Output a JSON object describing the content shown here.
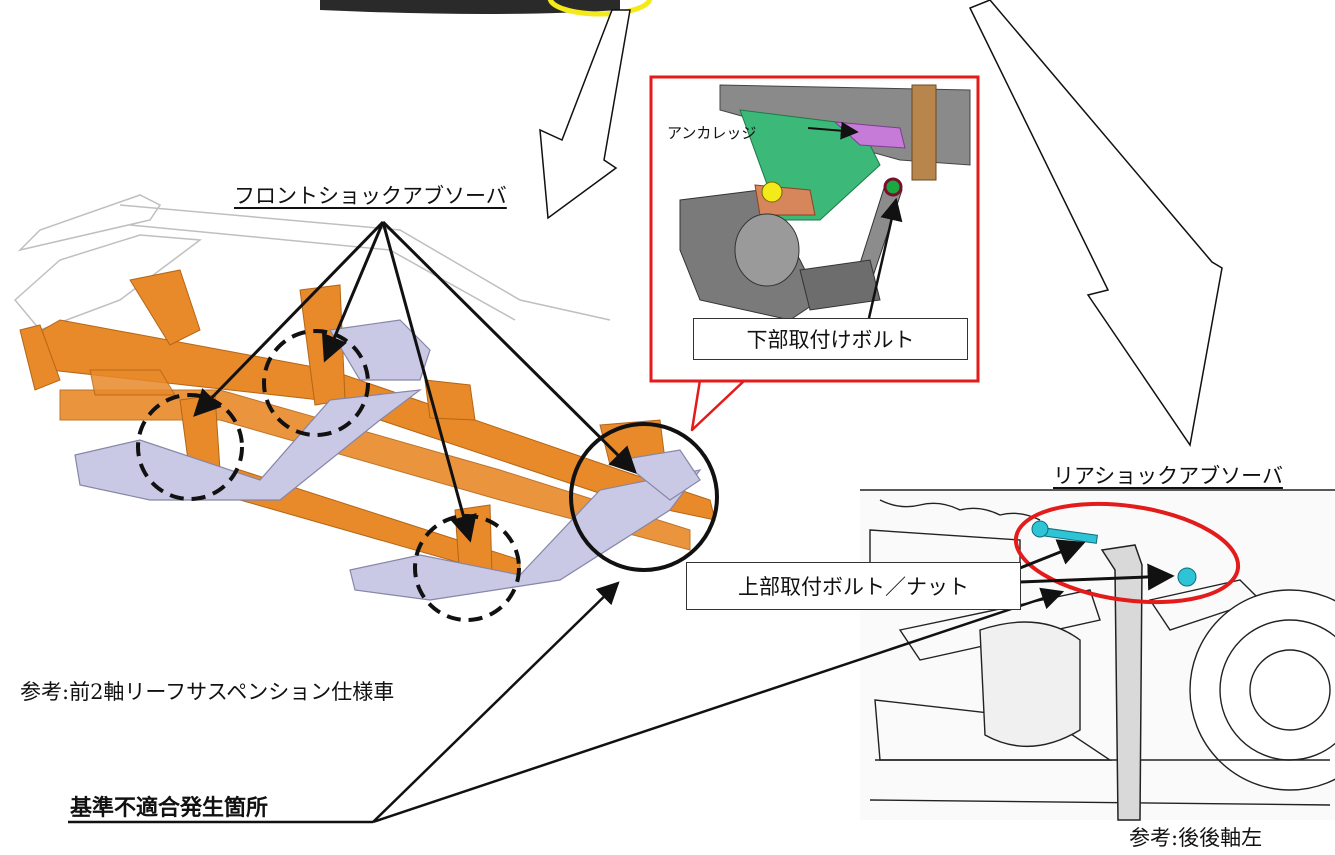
{
  "labels": {
    "front_shock": "フロントショックアブソーバ",
    "rear_shock": "リアショックアブソーバ",
    "anchorage": "アンカレッジ",
    "lower_bolt": "下部取付けボルト",
    "upper_bolt": "上部取付ボルト／ナット",
    "front_ref": "参考:前2軸リーフサスペンション仕様車",
    "rear_ref": "参考:後後軸左",
    "nonconformity": "基準不適合発生箇所"
  },
  "colors": {
    "suspension_orange": "#e8892a",
    "axle_lavender": "#c9c9e6",
    "callout_red": "#e31b1b",
    "highlight_yellow": "#f4ea1a",
    "bracket_green": "#3cb878",
    "anchorage_purple": "#c77bd9",
    "bolt_cyan": "#2ec4d6"
  }
}
